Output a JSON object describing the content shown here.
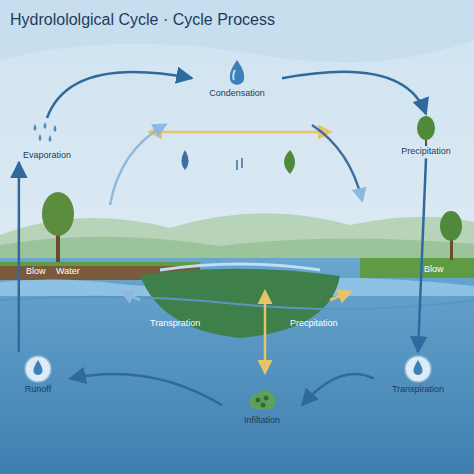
{
  "diagram": {
    "title": "Hydrolololgical Cycle · Cycle Process",
    "nodes": [
      {
        "text": [
          "Condensation"
        ]
      },
      {
        "text": [
          "Evaporation"
        ]
      },
      {
        "text": [
          "Precipitation"
        ]
      },
      {
        "text": [
          "Runoff"
        ]
      },
      {
        "text": [
          "Infiltation"
        ]
      },
      {
        "text": [
          "Transpiration"
        ]
      }
    ],
    "edges": [
      {
        "from": 1,
        "to": 0,
        "arrow": "to"
      },
      {
        "from": 0,
        "to": 2,
        "arrow": "to"
      },
      {
        "from": 2,
        "to": 5,
        "arrow": "to"
      },
      {
        "from": 3,
        "to": 1,
        "arrow": "to"
      },
      {
        "from": 4,
        "to": 3,
        "arrow": "to"
      },
      {
        "from": 5,
        "to": 4,
        "arrow": "to"
      }
    ],
    "labels": [
      "Blow",
      "Water",
      "Blow",
      "Transpration",
      "Precpitation"
    ]
  }
}
